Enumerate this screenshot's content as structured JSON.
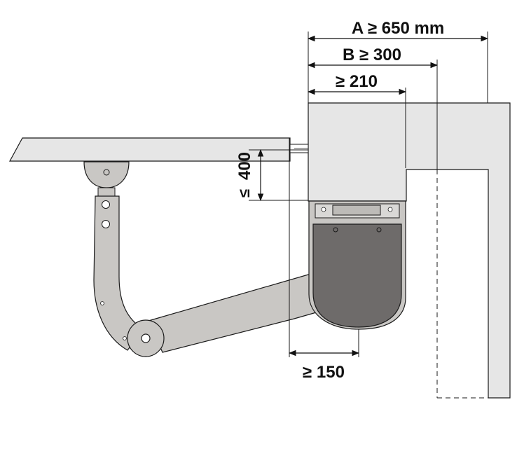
{
  "dimensions": {
    "a": "A ≥ 650 mm",
    "b": "B ≥ 300",
    "c": "≥ 210",
    "d": "≥ 150",
    "e_value": "400",
    "e_symbol": "≤"
  },
  "colors": {
    "wall": "#e6e6e6",
    "arm": "#c9c7c4",
    "cover": "#6e6b6a",
    "outline": "#1a1a1a"
  }
}
